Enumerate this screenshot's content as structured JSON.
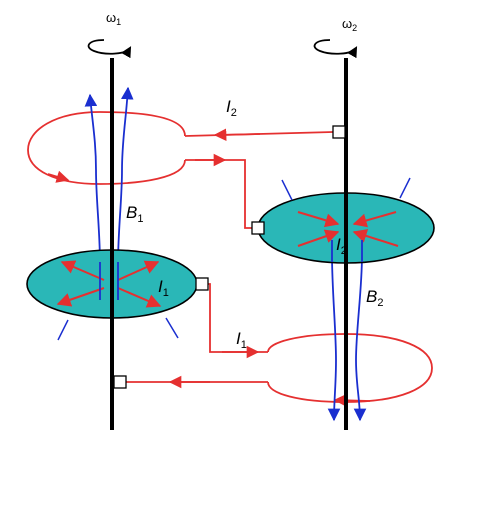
{
  "colors": {
    "background": "#ffffff",
    "axle": "#000000",
    "current_wire": "#e53030",
    "magnetic_field": "#1a2fd0",
    "disk_fill": "#2ab7b7",
    "disk_edge": "#000000",
    "contact": "#ffffff"
  },
  "labels": {
    "omega1": {
      "base": "ω",
      "sub": "1"
    },
    "omega2": {
      "base": "ω",
      "sub": "2"
    },
    "I2_wire": {
      "base": "I",
      "sub": "2"
    },
    "I2_disk": {
      "base": "I",
      "sub": "2"
    },
    "I1_wire": {
      "base": "I",
      "sub": "1"
    },
    "I1_disk": {
      "base": "I",
      "sub": "1"
    },
    "B1": {
      "base": "B",
      "sub": "1"
    },
    "B2": {
      "base": "B",
      "sub": "2"
    }
  },
  "icons": {
    "rotation": "curved-arrow",
    "contact": "brush-contact-square"
  }
}
